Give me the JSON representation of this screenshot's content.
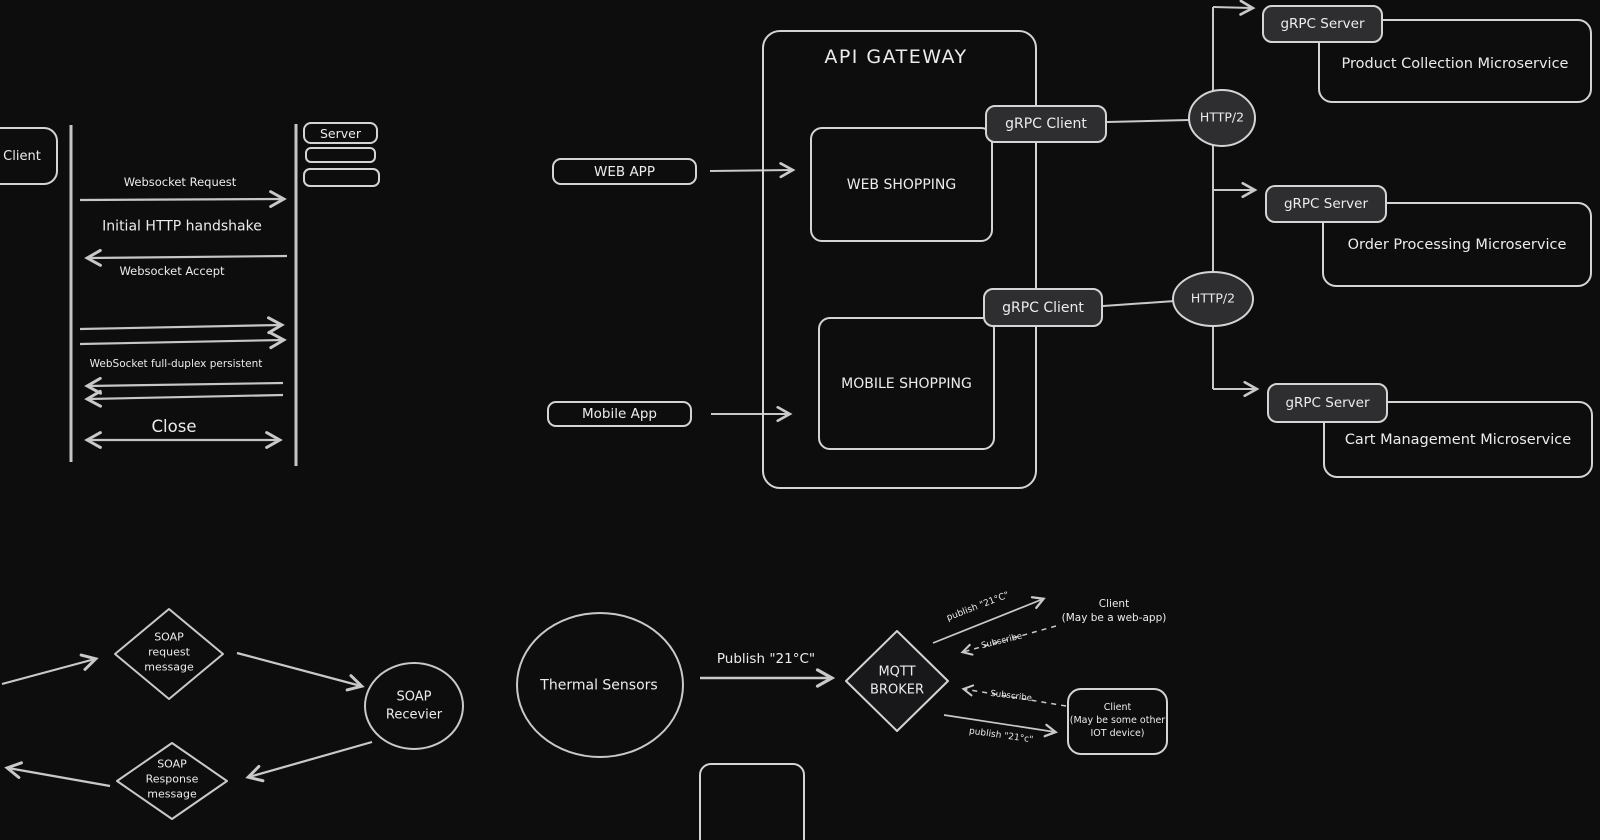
{
  "colors": {
    "background": "#0d0d0d",
    "stroke": "#c9c9c9",
    "text": "#ececec",
    "node_fill": "#2e2e31"
  },
  "websocket": {
    "client": "Client",
    "server": "Server",
    "request": "Websocket Request",
    "handshake": "Initial HTTP handshake",
    "accept": "Websocket Accept",
    "duplex": "WebSocket full-duplex persistent",
    "close": "Close"
  },
  "gateway": {
    "title": "API GATEWAY",
    "web_app": "WEB APP",
    "mobile_app": "Mobile App",
    "web_shopping": "WEB SHOPPING",
    "mobile_shopping": "MOBILE SHOPPING",
    "grpc_client": "gRPC Client",
    "http2": "HTTP/2",
    "grpc_server": "gRPC Server",
    "product_ms": "Product Collection Microservice",
    "order_ms": "Order Processing Microservice",
    "cart_ms": "Cart Management Microservice"
  },
  "soap": {
    "request": "SOAP\nrequest\nmessage",
    "receiver": "SOAP\nRecevier",
    "response": "SOAP\nResponse\nmessage"
  },
  "mqtt": {
    "sensors": "Thermal Sensors",
    "publish_main": "Publish \"21°C\"",
    "broker": "MQTT\nBROKER",
    "publish_up": "publish \"21°C\"",
    "subscribe_up": "Subscribe",
    "subscribe_down": "Subscribe",
    "publish_down": "publish \"21°c\"",
    "client_web": "Client\n(May be a web-app)",
    "client_iot": "Client\n(May be some other\nIOT device)"
  }
}
